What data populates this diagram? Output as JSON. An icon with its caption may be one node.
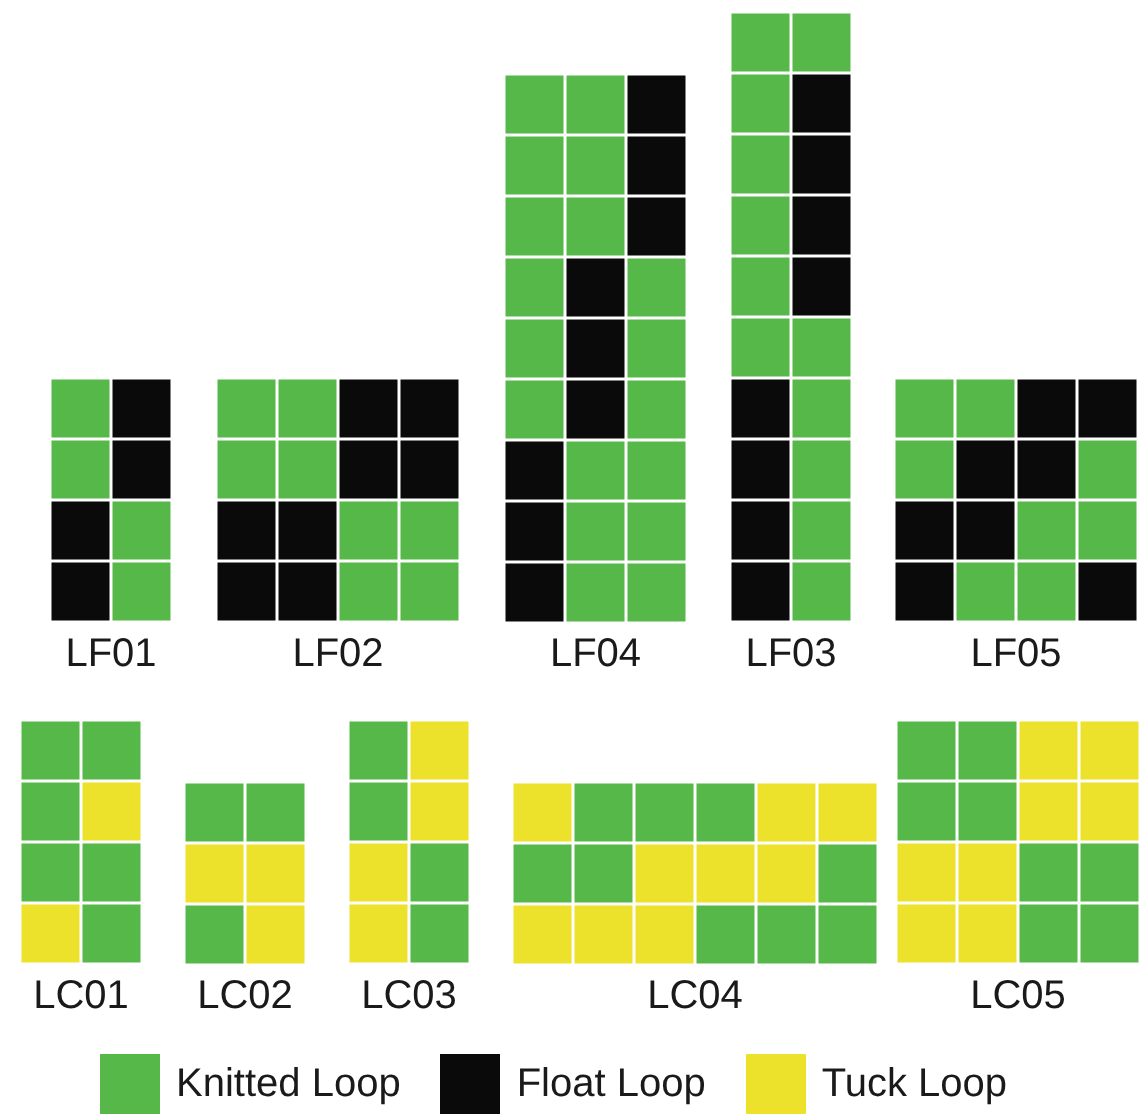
{
  "diagram": {
    "nodes": [
      {
        "text": [
          "LF01"
        ]
      },
      {
        "text": [
          "LF02"
        ]
      },
      {
        "text": [
          "LF04"
        ]
      },
      {
        "text": [
          "LF03"
        ]
      },
      {
        "text": [
          "LF05"
        ]
      },
      {
        "text": [
          "LC01"
        ]
      },
      {
        "text": [
          "LC02"
        ]
      },
      {
        "text": [
          "LC03"
        ]
      },
      {
        "text": [
          "LC04"
        ]
      },
      {
        "text": [
          "LC05"
        ]
      }
    ],
    "legend": [
      {
        "text": "Knitted Loop",
        "color": "#55b848"
      },
      {
        "text": "Float Loop",
        "color": "#0a0a0a"
      },
      {
        "text": "Tuck Loop",
        "color": "#ece22c"
      }
    ]
  }
}
